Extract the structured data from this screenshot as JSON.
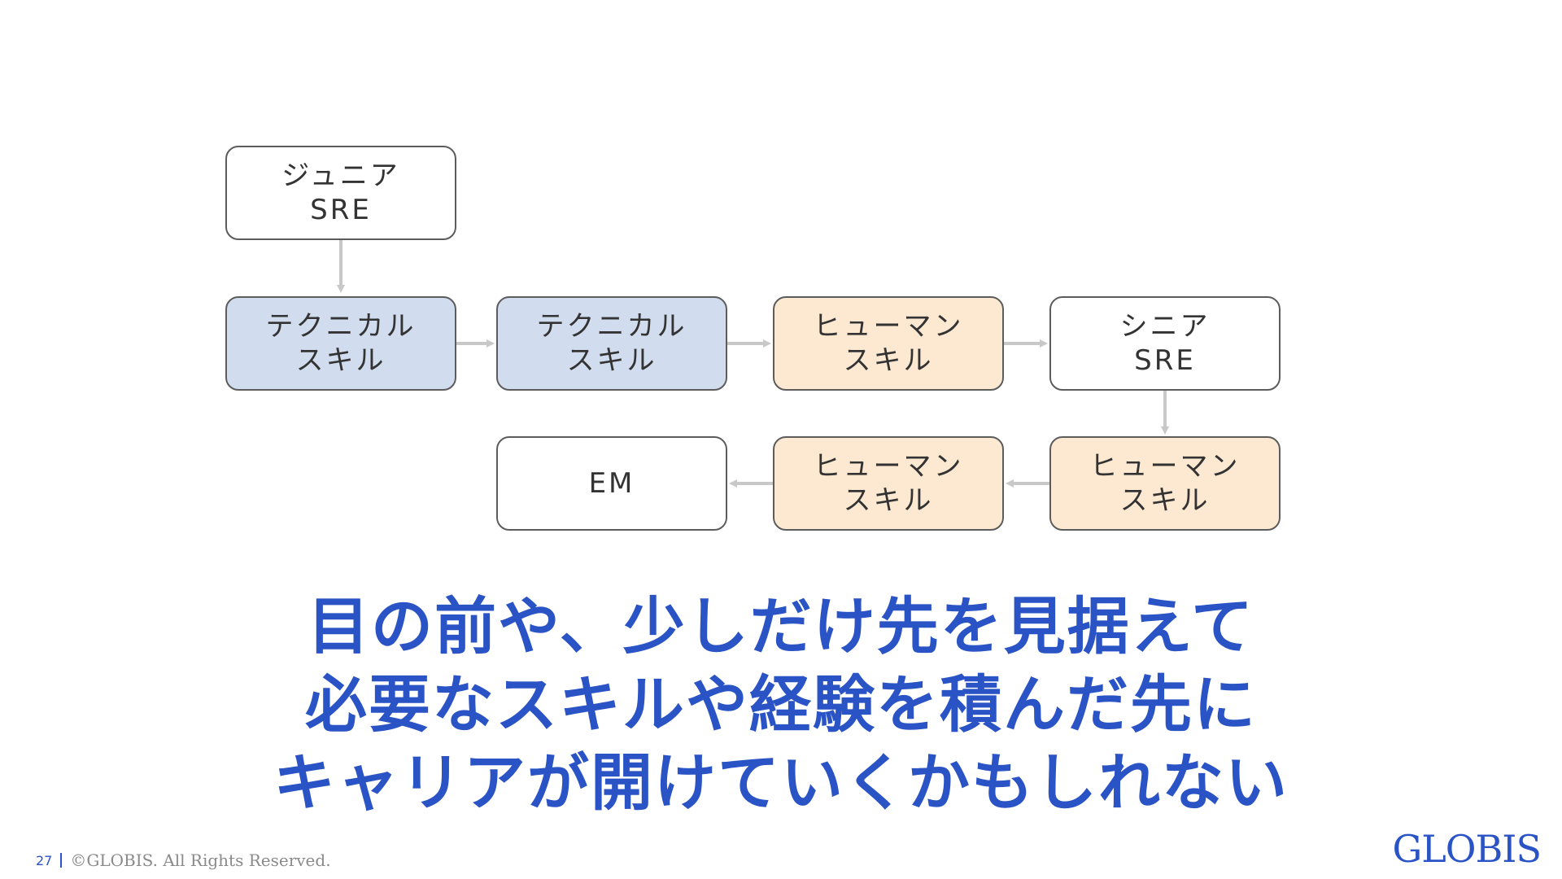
{
  "diagram": {
    "nodes": [
      {
        "id": "n1",
        "label": "ジュニア\nSRE",
        "kind": "white"
      },
      {
        "id": "n2",
        "label": "テクニカル\nスキル",
        "kind": "blue"
      },
      {
        "id": "n3",
        "label": "テクニカル\nスキル",
        "kind": "blue"
      },
      {
        "id": "n4",
        "label": "ヒューマン\nスキル",
        "kind": "orange"
      },
      {
        "id": "n5",
        "label": "シニア\nSRE",
        "kind": "white"
      },
      {
        "id": "n6",
        "label": "ヒューマン\nスキル",
        "kind": "orange"
      },
      {
        "id": "n7",
        "label": "ヒューマン\nスキル",
        "kind": "orange"
      },
      {
        "id": "n8",
        "label": "EM",
        "kind": "white"
      }
    ],
    "colors": {
      "blue": "#d1dcee",
      "orange": "#fde9d1",
      "white": "#ffffff",
      "arrow": "#c8c8c8"
    }
  },
  "message": {
    "lines": [
      "目の前や、少しだけ先を見据えて",
      "必要なスキルや経験を積んだ先に",
      "キャリアが開けていくかもしれない"
    ],
    "color": "#2a53c5"
  },
  "footer": {
    "page_number": "27",
    "copyright": "©GLOBIS. All Rights Reserved.",
    "logo": "GLOBIS"
  }
}
